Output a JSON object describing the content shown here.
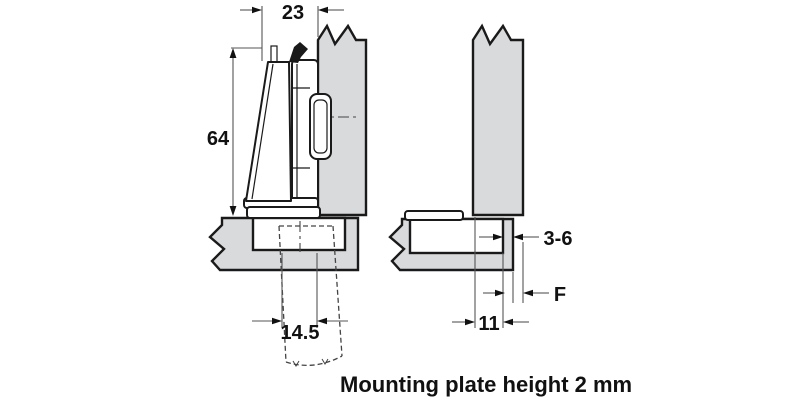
{
  "labels": {
    "dim_cup_distance": "23",
    "dim_height": "64",
    "dim_drilling": "14.5",
    "dim_plate_gap": "3-6",
    "dim_overlay": "F",
    "dim_plate_distance": "11",
    "caption": "Mounting plate height 2 mm"
  },
  "colors": {
    "panel-fill": "#d8dadc",
    "line": "#1a1a1a",
    "dim-line": "#555555",
    "dash-line": "#444444",
    "dim-text": "#111111",
    "background": "#ffffff"
  }
}
